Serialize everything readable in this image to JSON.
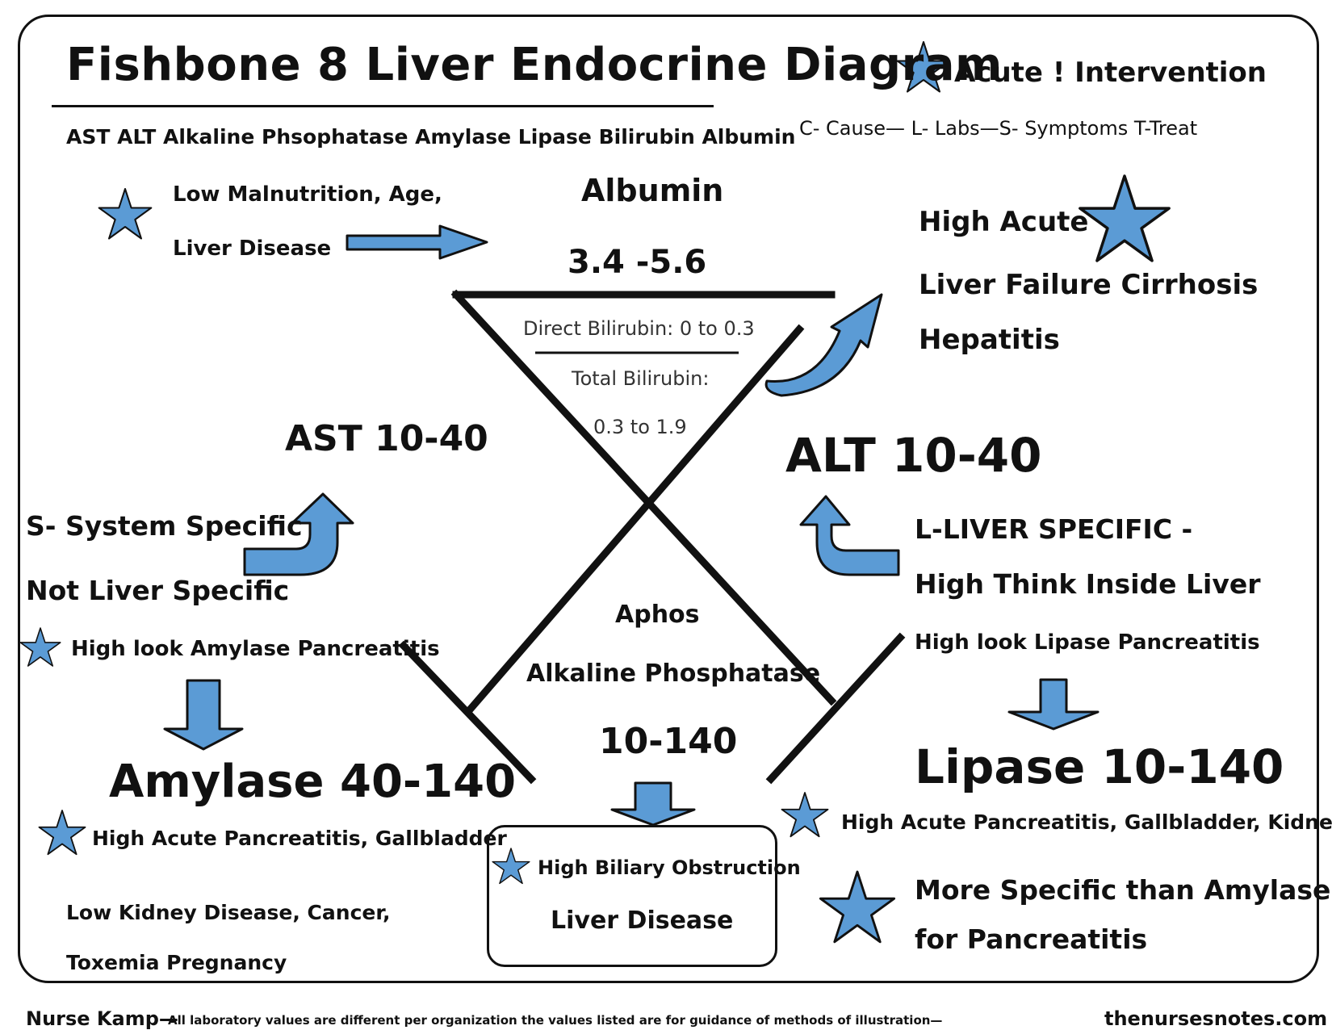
{
  "title": "Fishbone 8 Liver Endocrine Diagram",
  "header": {
    "labs_list": "AST ALT Alkaline Phsophatase Amylase Lipase Bilirubin Albumin",
    "legend_acute": "Acute ! Intervention",
    "legend_key": "C- Cause— L- Labs—S- Symptoms T-Treat"
  },
  "albumin": {
    "name": "Albumin",
    "range": "3.4 -5.6",
    "low_line1": "Low Malnutrition, Age,",
    "low_line2": "Liver Disease",
    "high_line1": "High Acute",
    "high_line2": "Liver Failure Cirrhosis",
    "high_line3": "Hepatitis"
  },
  "bilirubin": {
    "direct": "Direct Bilirubin: 0 to 0.3",
    "total_label": "Total Bilirubin:",
    "total_range": "0.3 to 1.9"
  },
  "ast": {
    "label": "AST 10-40",
    "note1": "S- System Specific",
    "note2": "Not Liver Specific",
    "high": "High look Amylase Pancreatitis"
  },
  "alt": {
    "label": "ALT 10-40",
    "note1": "L-LIVER SPECIFIC  -",
    "note2": "High Think Inside Liver",
    "high": "High look Lipase Pancreatitis"
  },
  "aphos": {
    "short": "Aphos",
    "name": "Alkaline Phosphatase",
    "range": "10-140",
    "high": "High Biliary Obstruction",
    "disease": "Liver Disease"
  },
  "amylase": {
    "label": "Amylase 40-140",
    "high": "High Acute Pancreatitis, Gallbladder",
    "low1": "Low Kidney Disease, Cancer,",
    "low2": "Toxemia Pregnancy"
  },
  "lipase": {
    "label": "Lipase 10-140",
    "high": "High Acute Pancreatitis, Gallbladder, Kidneys",
    "note1": "More Specific than Amylase",
    "note2": "for Pancreatitis"
  },
  "footer": {
    "author": "Nurse Kamp—",
    "disclaimer": "All laboratory values are different per organization the values listed are for guidance of methods of illustration—",
    "site": "thenursesnotes.com"
  },
  "colors": {
    "accent": "#5b9bd5",
    "ink": "#111111"
  },
  "icons": [
    "star-icon",
    "arrow-right-icon",
    "arrow-down-icon",
    "curved-arrow-up-icon"
  ]
}
